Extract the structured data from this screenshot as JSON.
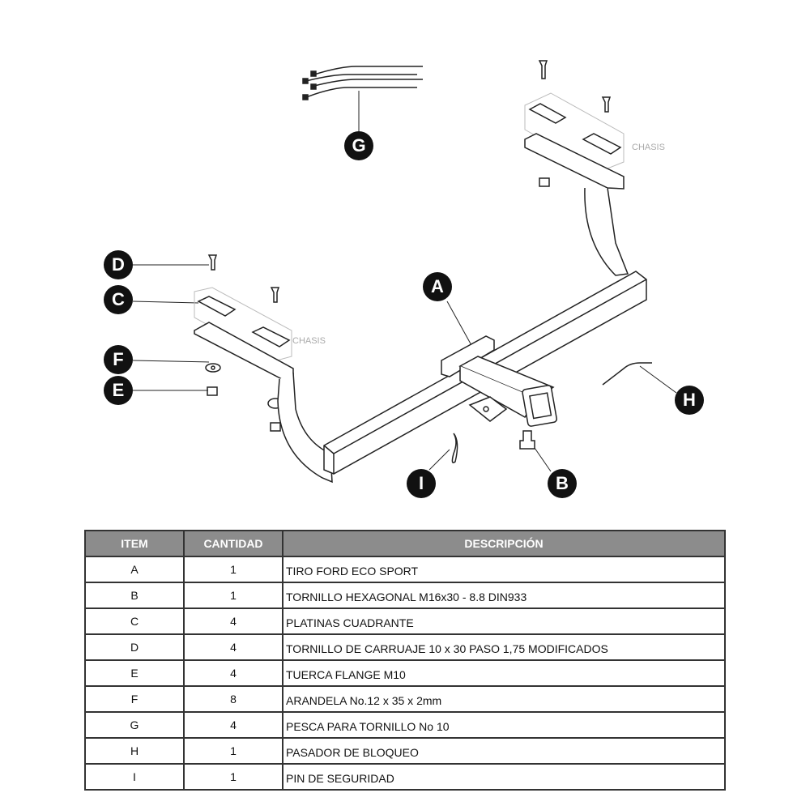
{
  "diagram": {
    "callouts": {
      "A": "A",
      "B": "B",
      "C": "C",
      "D": "D",
      "E": "E",
      "F": "F",
      "G": "G",
      "H": "H",
      "I": "I"
    },
    "chasis_label": "CHASIS"
  },
  "table": {
    "headers": [
      "ITEM",
      "CANTIDAD",
      "DESCRIPCIÓN"
    ],
    "rows": [
      {
        "item": "A",
        "qty": "1",
        "desc": "TIRO FORD ECO SPORT"
      },
      {
        "item": "B",
        "qty": "1",
        "desc": "TORNILLO  HEXAGONAL M16x30 - 8.8 DIN933"
      },
      {
        "item": "C",
        "qty": "4",
        "desc": "PLATINAS CUADRANTE"
      },
      {
        "item": "D",
        "qty": "4",
        "desc": "TORNILLO DE CARRUAJE 10 x 30 PASO 1,75 MODIFICADOS"
      },
      {
        "item": "E",
        "qty": "4",
        "desc": "TUERCA FLANGE M10"
      },
      {
        "item": "F",
        "qty": "8",
        "desc": "ARANDELA No.12 x 35 x 2mm"
      },
      {
        "item": "G",
        "qty": "4",
        "desc": "PESCA PARA TORNILLO No 10"
      },
      {
        "item": "H",
        "qty": "1",
        "desc": "PASADOR DE BLOQUEO"
      },
      {
        "item": "I",
        "qty": "1",
        "desc": "PIN DE SEGURIDAD"
      }
    ]
  }
}
